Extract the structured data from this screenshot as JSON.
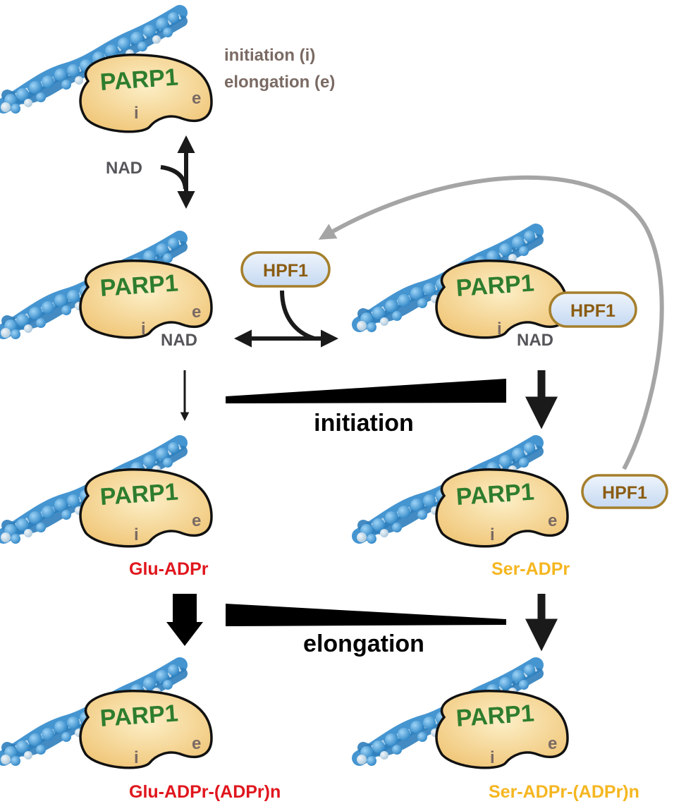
{
  "legend": {
    "initiation": "initiation (i)",
    "elongation": "elongation (e)"
  },
  "protein": {
    "name": "PARP1",
    "site_i": "i",
    "site_e": "e"
  },
  "labels": {
    "nad": "NAD",
    "hpf1": "HPF1",
    "initiation": "initiation",
    "elongation": "elongation",
    "glu_adpr": "Glu-ADPr",
    "ser_adpr": "Ser-ADPr",
    "glu_chain": "Glu-ADPr-(ADPr)n",
    "ser_chain": "Ser-ADPr-(ADPr)n"
  },
  "colors": {
    "protein_fill": "#f3cf86",
    "protein_text": "#2e7d2e",
    "site_text": "#7a6a63",
    "legend_text": "#7a6a63",
    "nad_text": "#55555a",
    "hpf1_fill": "#d6e4f7",
    "hpf1_border": "#a57f2c",
    "hpf1_text": "#8a5c12",
    "glu_text": "#e0161d",
    "ser_text": "#f5b620",
    "dna": "#3f97d6",
    "feedback_arrow": "#a5a5a5"
  }
}
